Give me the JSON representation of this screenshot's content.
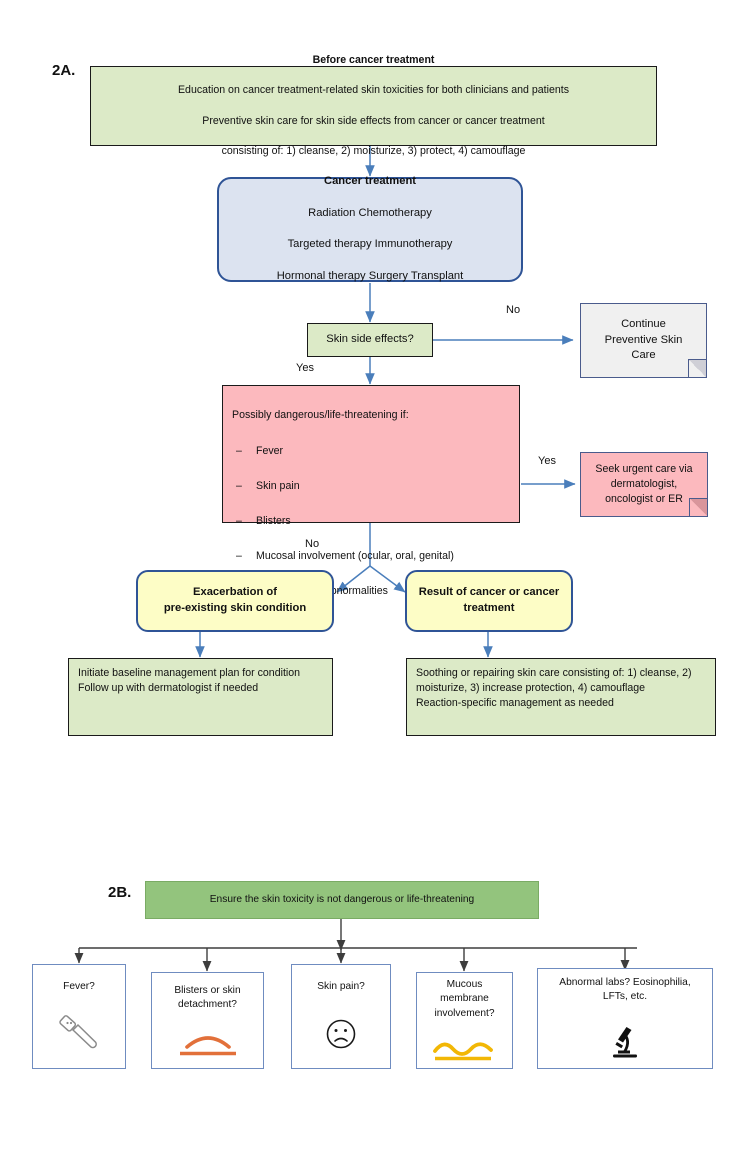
{
  "figure": {
    "panel_a_label": "2A.",
    "panel_b_label": "2B."
  },
  "panel_a": {
    "before_treatment": {
      "title": "Before cancer treatment",
      "line1": "Education on cancer treatment-related  skin toxicities for both clinicians and patients",
      "line2": "Preventive skin care for skin side effects from cancer or cancer treatment",
      "line3": "consisting of: 1) cleanse, 2) moisturize, 3) protect,  4) camouflage"
    },
    "cancer_treatment": {
      "title": "Cancer treatment",
      "line1": "Radiation   Chemotherapy",
      "line2": "Targeted  therapy    Immunotherapy",
      "line3": "Hormonal therapy   Surgery   Transplant"
    },
    "decision_side_effects": "Skin side effects?",
    "continue_preventive": "Continue\nPreventive Skin\nCare",
    "danger": {
      "heading": "Possibly dangerous/life-threatening if:",
      "items": [
        "Fever",
        "Skin pain",
        "Blisters",
        "Mucosal involvement (ocular, oral, genital)",
        "Significant lab abnormalities"
      ],
      "bullet_glyph": "–"
    },
    "seek_urgent": "Seek urgent  care via\ndermatologist,\noncologist or ER",
    "exacerbation": "Exacerbation  of\npre-existing skin  condition",
    "result_of_cancer": "Result of cancer or cancer\ntreatment",
    "initiate_baseline": "Initiate baseline management  plan for condition\nFollow up with dermatologist if needed",
    "soothing": "Soothing or repairing skin care consisting of:  1) cleanse, 2) moisturize, 3) increase protection, 4) camouflage\nReaction-specific management  as needed",
    "edge_labels": {
      "no_side_effects": "No",
      "yes_side_effects": "Yes",
      "yes_danger": "Yes",
      "no_danger": "No"
    }
  },
  "panel_b": {
    "header": "Ensure the skin toxicity is not dangerous or life-threatening",
    "cards": [
      {
        "label": "Fever?",
        "icon": "thermometer-icon"
      },
      {
        "label": "Blisters or skin\ndetachment?",
        "icon": "blister-icon"
      },
      {
        "label": "Skin pain?",
        "icon": "sad-face-icon"
      },
      {
        "label": "Mucous\nmembrane\ninvolvement?",
        "icon": "wavy-membrane-icon"
      },
      {
        "label": "Abnormal labs? Eosinophilia,\nLFTs, etc.",
        "icon": "microscope-icon"
      }
    ]
  },
  "colors": {
    "green_light": "#dceac7",
    "green_dark": "#93c47d",
    "blue_light": "#dce3f0",
    "blue_border": "#2f5496",
    "yellow": "#fdfdc6",
    "pink": "#fcb9be",
    "grey": "#f0f0f0",
    "arrow_blue": "#4a7ebb",
    "arrow_grey": "#595959"
  }
}
